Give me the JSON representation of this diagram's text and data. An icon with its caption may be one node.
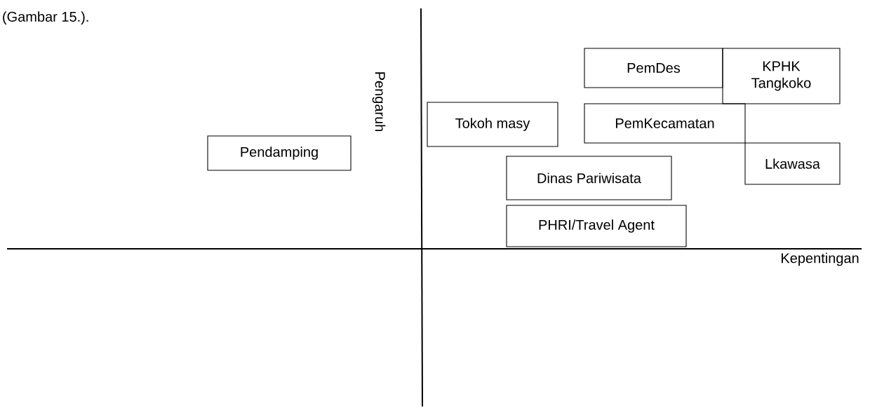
{
  "diagram": {
    "nodes": [
      {
        "text": [
          "Pendamping"
        ]
      },
      {
        "text": [
          "Tokoh masy"
        ]
      },
      {
        "text": [
          "PemDes"
        ]
      },
      {
        "text": [
          "KPHK Tangkoko"
        ]
      },
      {
        "text": [
          "PemKecamatan"
        ]
      },
      {
        "text": [
          "Lkawasa"
        ]
      },
      {
        "text": [
          "Dinas Pariwisata"
        ]
      },
      {
        "text": [
          "PHRI/Travel Agent"
        ]
      }
    ],
    "labels": [
      "(Gambar 15.).",
      "Pengaruh",
      "Kepentingan"
    ]
  }
}
